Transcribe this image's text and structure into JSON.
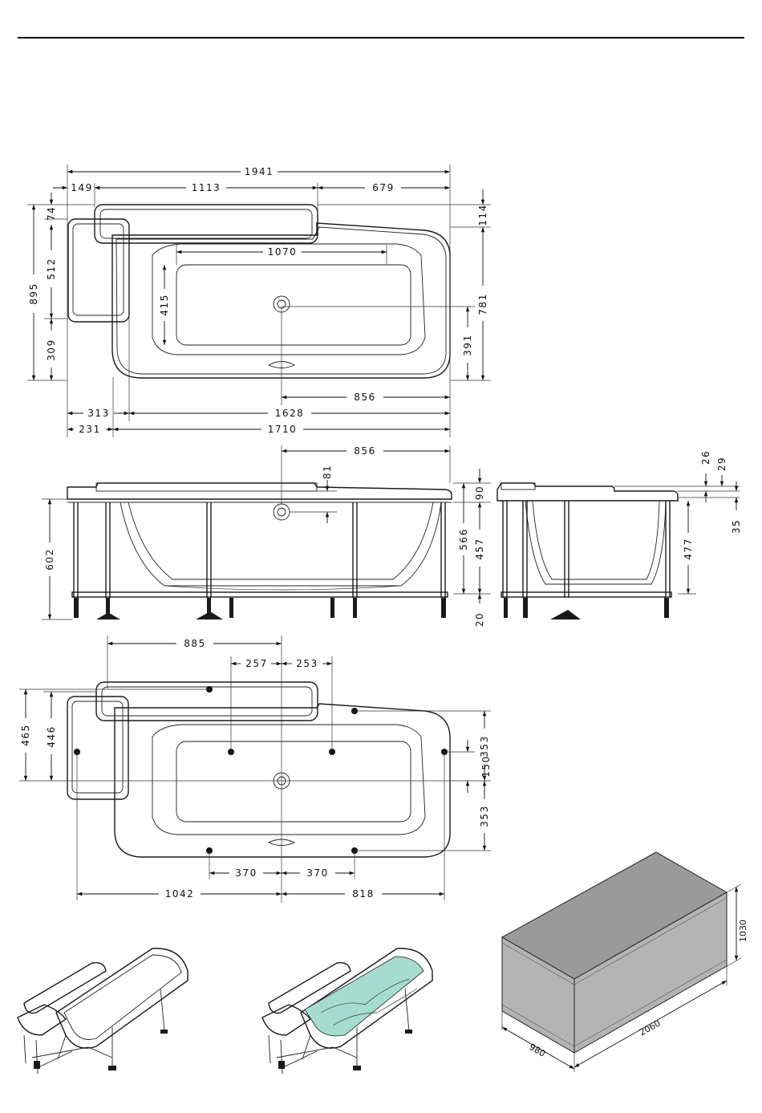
{
  "top_view": {
    "overall_length": "1941",
    "seg_left": "149",
    "seg_mid": "1113",
    "seg_right": "679",
    "inner_basin_length": "1070",
    "inner_basin_width": "415",
    "left_top_offset": "74",
    "left_upper": "512",
    "left_total": "895",
    "left_lower": "309",
    "right_top": "114",
    "right_total": "781",
    "right_lower": "391",
    "drain_to_right": "856",
    "bottom_left_a": "313",
    "bottom_right_a": "1628",
    "bottom_left_b": "231",
    "bottom_right_b": "1710"
  },
  "side_view": {
    "drain_to_right": "856",
    "overflow_drop": "81",
    "height_left": "602",
    "height_right_total": "566",
    "height_right_lower": "457",
    "top_rim": "90",
    "feet": "20"
  },
  "end_view": {
    "rim_a": "26",
    "rim_b": "29",
    "rim_c": "35",
    "depth": "477"
  },
  "leg_plan": {
    "span_top": "885",
    "inner_left": "257",
    "inner_right": "253",
    "left_outer": "465",
    "left_inner": "446",
    "right_upper": "353",
    "right_mid": "150",
    "right_lower": "353",
    "bottom_inner_left": "370",
    "bottom_inner_right": "370",
    "bottom_left": "1042",
    "bottom_right": "818"
  },
  "box_view": {
    "height": "1030",
    "length": "2060",
    "width": "980",
    "fill_color": "#b4b4b4"
  },
  "colors": {
    "water": "#a6dcd0",
    "line": "#1a1a1a"
  }
}
